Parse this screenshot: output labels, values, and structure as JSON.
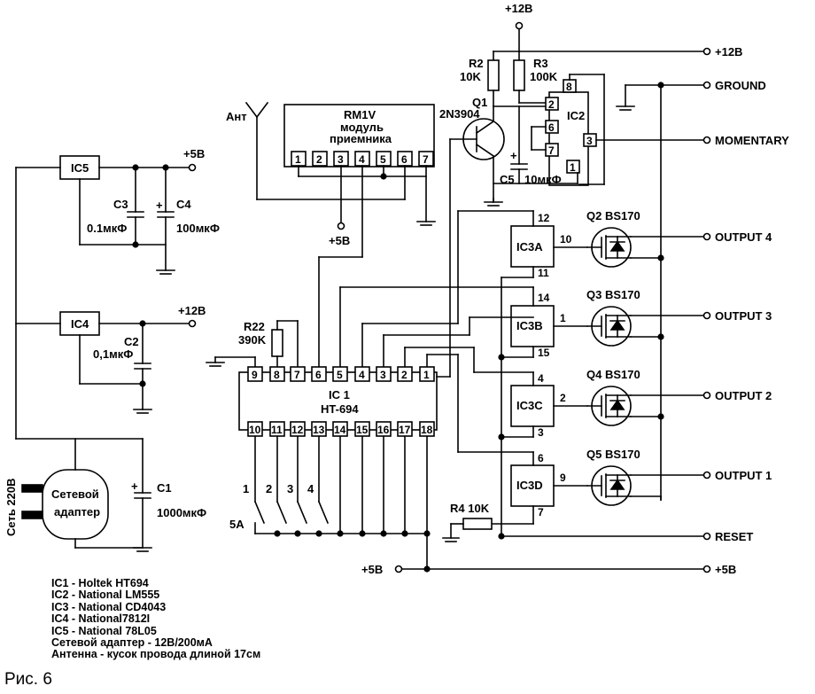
{
  "schematic": {
    "rails": {
      "top_12v": "+12B",
      "right_12v": "+12B",
      "ground": "GROUND",
      "momentary": "MOMENTARY",
      "output4": "OUTPUT 4",
      "output3": "OUTPUT 3",
      "output2": "OUTPUT 2",
      "output1": "OUTPUT 1",
      "reset": "RESET",
      "plus5_left": "+5B",
      "plus5_right": "+5B",
      "plus5_ic5": "+5B",
      "plus12_ic4": "+12B",
      "plus5_rx": "+5B"
    },
    "antenna_label": "Ант",
    "rm1v": {
      "name": "RM1V",
      "line2": "модуль",
      "line3": "приемника",
      "pins": [
        "1",
        "2",
        "3",
        "4",
        "5",
        "6",
        "7"
      ]
    },
    "ic1": {
      "name": "IC 1",
      "part": "HT-694",
      "top_pins": [
        "9",
        "8",
        "7",
        "6",
        "5",
        "4",
        "3",
        "2",
        "1"
      ],
      "bottom_pins": [
        "10",
        "11",
        "12",
        "13",
        "14",
        "15",
        "16",
        "17",
        "18"
      ]
    },
    "ic2": {
      "name": "IC2",
      "pins": [
        "8",
        "2",
        "6",
        "7",
        "1",
        "3"
      ]
    },
    "ic3": [
      {
        "name": "IC3A",
        "in_pin": "12",
        "out_pin": "10",
        "sub_pin": "11"
      },
      {
        "name": "IC3B",
        "in_pin": "14",
        "out_pin": "1",
        "sub_pin": "15"
      },
      {
        "name": "IC3C",
        "in_pin": "4",
        "out_pin": "2",
        "sub_pin": "3"
      },
      {
        "name": "IC3D",
        "in_pin": "6",
        "out_pin": "9",
        "sub_pin": "7"
      }
    ],
    "mosfets": [
      "Q2 BS170",
      "Q3 BS170",
      "Q4 BS170",
      "Q5 BS170"
    ],
    "q1": {
      "name": "Q1",
      "part": "2N3904"
    },
    "r2": {
      "name": "R2",
      "value": "10K"
    },
    "r3": {
      "name": "R3",
      "value": "100K"
    },
    "r4": "R4 10K",
    "r22": {
      "name": "R22",
      "value": "390K"
    },
    "c5": {
      "name": "C5",
      "value": "10мкФ"
    },
    "c3": {
      "name": "C3",
      "value": "0.1мкФ"
    },
    "c4": {
      "name": "C4",
      "value": "100мкФ"
    },
    "c2": {
      "name": "C2",
      "value": "0,1мкФ"
    },
    "c1": {
      "name": "C1",
      "value": "1000мкФ"
    },
    "ic5": "IC5",
    "ic4": "IC4",
    "adapter": {
      "line1": "Сетевой",
      "line2": "адаптер",
      "mains": "Сеть 220В"
    },
    "switches": {
      "labels": [
        "1",
        "2",
        "3",
        "4"
      ],
      "group": "5A"
    },
    "plus_sign": "+"
  },
  "notes": [
    "IC1 - Holtek HT694",
    "IC2 - National LM555",
    "IC3 - National CD4043",
    "IC4 - National7812I",
    "IC5 - National 78L05",
    "Сетевой адаптер - 12В/200мА",
    "Антенна - кусок провода длиной 17см"
  ],
  "figure_caption": "Рис. 6"
}
